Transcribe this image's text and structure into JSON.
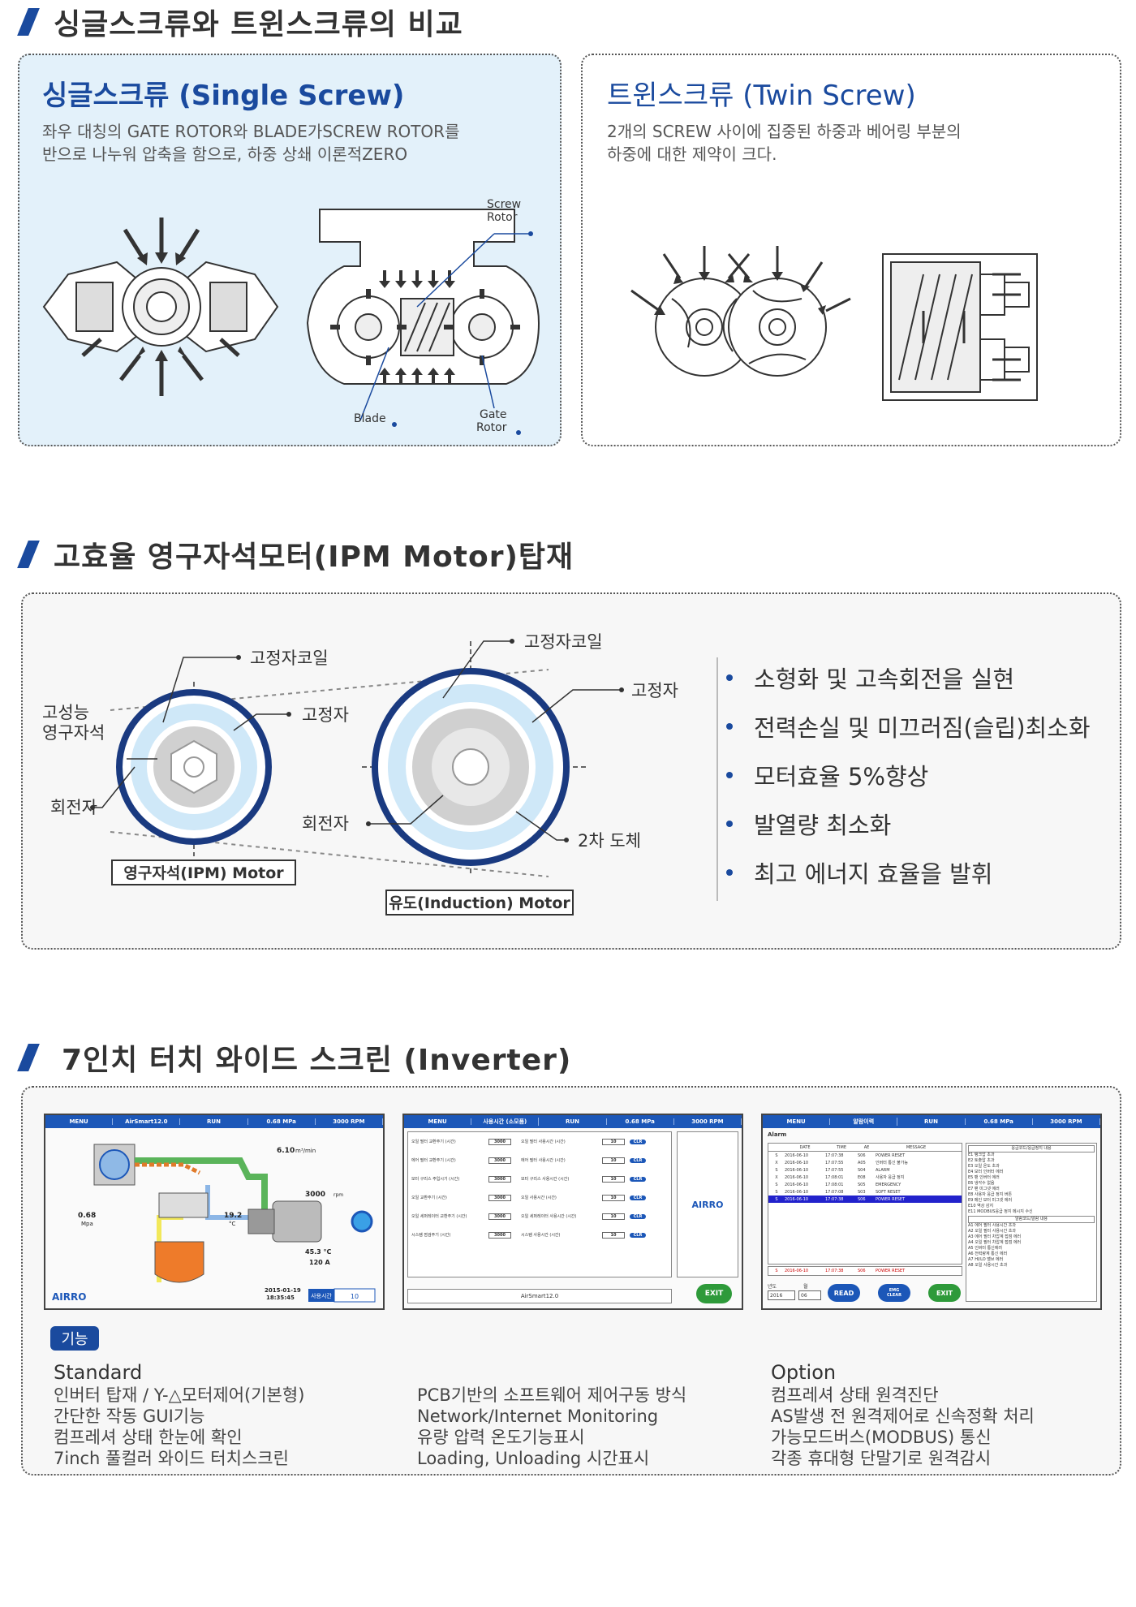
{
  "section1": {
    "title": "싱글스크류와 트윈스크류의 비교",
    "single": {
      "title": "싱글스크류 (Single Screw)",
      "desc": "좌우 대칭의 GATE ROTOR와 BLADE가SCREW ROTOR를\n반으로 나누워 압축을 함으로, 하중 상쇄 이론적ZERO",
      "label_screw_rotor_1": "Screw",
      "label_screw_rotor_2": "Rotor",
      "label_blade": "Blade",
      "label_gate_rotor_1": "Gate",
      "label_gate_rotor_2": "Rotor"
    },
    "twin": {
      "title": "트윈스크류 (Twin Screw)",
      "desc": "2개의 SCREW 사이에 집중된 하중과 베어링 부분의\n하중에 대한 제약이 크다."
    }
  },
  "section2": {
    "title": "고효율 영구자석모터(IPM Motor)탑재",
    "ipm": {
      "label_coil": "고정자코일",
      "label_magnet_1": "고성능",
      "label_magnet_2": "영구자석",
      "label_stator": "고정자",
      "label_rotor": "회전자",
      "caption": "영구자석(IPM) Motor"
    },
    "induction": {
      "label_coil": "고정자코일",
      "label_stator": "고정자",
      "label_rotor": "회전자",
      "label_conductor": "2차 도체",
      "caption": "유도(Induction) Motor"
    },
    "bullets": [
      "소형화 및 고속회전을 실현",
      "전력손실 및 미끄러짐(슬립)최소화",
      "모터효율 5%향상",
      "발열량 최소화",
      "최고 에너지 효율을 발휘"
    ]
  },
  "section3": {
    "title": "7인치 터치 와이드 스크린 (Inverter)",
    "screen1": {
      "bar": [
        "MENU",
        "AirSmart12.0",
        "RUN",
        "0.68 MPa",
        "3000 RPM"
      ],
      "flow": "6.10",
      "flow_unit": "m³/min",
      "pressure": "0.68",
      "pressure_unit": "Mpa",
      "temp1": "19.2",
      "temp1_unit": "°C",
      "rpm": "3000",
      "rpm_unit": "rpm",
      "temp2": "45.3 °C",
      "current": "120 A",
      "logo": "AIRRO",
      "date": "2015-01-19",
      "time": "18:35:45",
      "hours_label": "사용시간",
      "hours_value": "10"
    },
    "screen2": {
      "bar": [
        "MENU",
        "사용시간 (소모품)",
        "RUN",
        "0.68 MPa",
        "3000 RPM"
      ],
      "rows": [
        {
          "l": "오일 필터 교환주기 (시간)",
          "lv": "3000",
          "r": "오일 필터 사용시간 (시간)",
          "rv": "10"
        },
        {
          "l": "에어 필터 교환주기 (시간)",
          "lv": "3000",
          "r": "에어 필터 사용시간 (시간)",
          "rv": "10"
        },
        {
          "l": "모터 구리스 주입시기 (시간)",
          "lv": "3000",
          "r": "모터 구리스 사용시간 (시간)",
          "rv": "10"
        },
        {
          "l": "오일 교환주기 (시간)",
          "lv": "3000",
          "r": "오일 사용시간 (시간)",
          "rv": "10"
        },
        {
          "l": "오일 세퍼레이터 교환주기 (시간)",
          "lv": "3000",
          "r": "오일 세퍼레이터 사용시간 (시간)",
          "rv": "10"
        },
        {
          "l": "시스템 점검주기 (시간)",
          "lv": "3000",
          "r": "시스템 사용시간 (시간)",
          "rv": "10"
        }
      ],
      "clr": "CLR",
      "logo": "AIRRO",
      "footer": "AirSmart12.0",
      "exit": "EXIT"
    },
    "screen3": {
      "bar": [
        "MENU",
        "알람이력",
        "RUN",
        "0.68 MPa",
        "3000 RPM"
      ],
      "alarm": "Alarm",
      "cols": [
        "DATE",
        "TIME",
        "AE",
        "MESSAGE"
      ],
      "rows": [
        [
          "S",
          "2016-06-10",
          "17:07:38",
          "S06",
          "POWER RESET"
        ],
        [
          "X",
          "2016-06-10",
          "17:07:55",
          "A05",
          "인버터 통신 불가능"
        ],
        [
          "S",
          "2016-06-10",
          "17:07:55",
          "S04",
          "ALARM"
        ],
        [
          "X",
          "2016-06-10",
          "17:08:01",
          "E08",
          "사용자 응급 정지"
        ],
        [
          "S",
          "2016-06-10",
          "17:08:01",
          "S05",
          "EMERGENCY"
        ],
        [
          "S",
          "2016-06-10",
          "17:07:08",
          "S03",
          "SOFT RESET"
        ],
        [
          "S",
          "2016-06-10",
          "17:07:38",
          "S06",
          "POWER RESET"
        ]
      ],
      "last": [
        "S",
        "2016-06-10",
        "17:07:38",
        "S06",
        "POWER RESET"
      ],
      "legend_title": "응급코드/응급정지 내용",
      "legend": [
        "E1 탱크압 초과",
        "E2 토출압 초과",
        "E3 오일 온도 초과",
        "E4 모터 인버터 에러",
        "E5 팬 인버터 에러",
        "E6 냉각수 없음",
        "E7 팬 미그넷 에러",
        "E8 사용자 응급 정지 버튼",
        "E9 메인 모터 미그넷 에러",
        "E10 역상 감지",
        "E11 MODBUS응급 정지 메시지 수신"
      ],
      "legend2_title": "알람코드/알람 내용",
      "legend2": [
        "A1 에어 필터 사용시간 초과",
        "A2 오일 필터 사용시간 초과",
        "A3 에어 필터 차압계 접점 에러",
        "A4 오일 필터 차압계 접점 에러",
        "A5 인버터 통신에러",
        "A6 전력량계 통신 에러",
        "A7 HI/LO 밸브 에러",
        "A8 오일 사용시간 초과"
      ],
      "year_label": "년도",
      "month_label": "월",
      "year": "2016",
      "month": "06",
      "read": "READ",
      "emg1": "EMG",
      "emg2": "CLEAR",
      "exit": "EXIT"
    },
    "badge": "기능",
    "standard_title": "Standard",
    "standard": [
      "인버터 탑재 / Y-△모터제어(기본형)",
      "간단한 작동 GUI기능",
      "컴프레셔 상태 한눈에 확인",
      "7inch 풀컬러 와이드 터치스크린"
    ],
    "middle": [
      "PCB기반의 소프트웨어 제어구동 방식",
      "Network/Internet Monitoring",
      "유량 압력 온도기능표시",
      "Loading, Unloading 시간표시"
    ],
    "option_title": "Option",
    "option": [
      "컴프레셔 상태 원격진단",
      "AS발생 전 원격제어로 신속정확 처리",
      "가능모드버스(MODBUS) 통신",
      "각종 휴대형 단말기로 원격감시"
    ]
  },
  "colors": {
    "accent": "#1a4a9e",
    "single_bg": "#e3f1fa",
    "panel_bg": "#f7f7f7",
    "screen_bar": "#1c57b8",
    "rotor_blue": "#a9d6f2"
  }
}
